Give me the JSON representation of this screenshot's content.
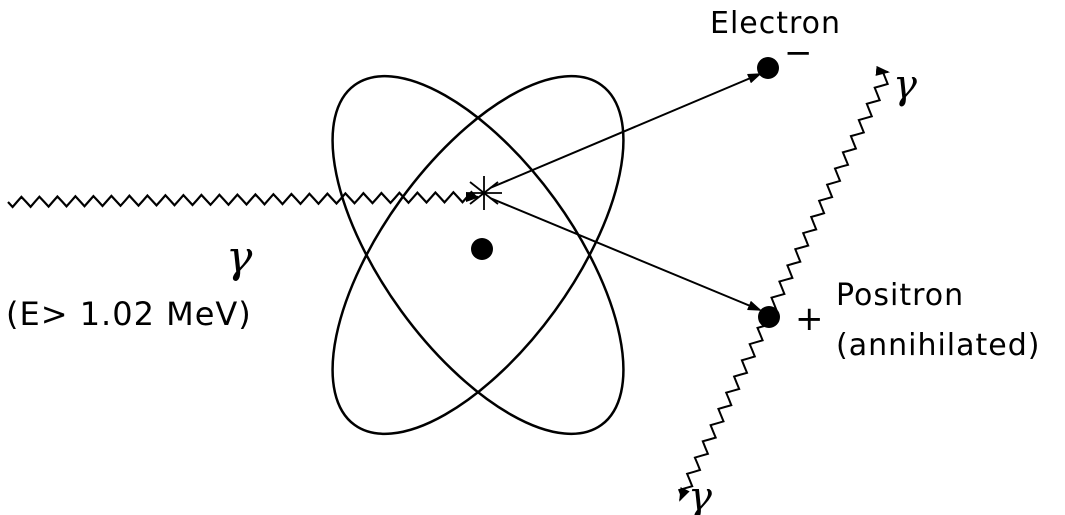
{
  "labels": {
    "electron": "Electron",
    "electron_sign": "−",
    "positron": "Positron",
    "positron_sign": "+",
    "annihilated": "(annihilated)",
    "incoming_gamma": "γ",
    "energy_condition": "(E> 1.02 MeV)",
    "gamma_upper": "γ",
    "gamma_lower": "γ"
  },
  "colors": {
    "ink": "#000000",
    "background": "#ffffff"
  }
}
